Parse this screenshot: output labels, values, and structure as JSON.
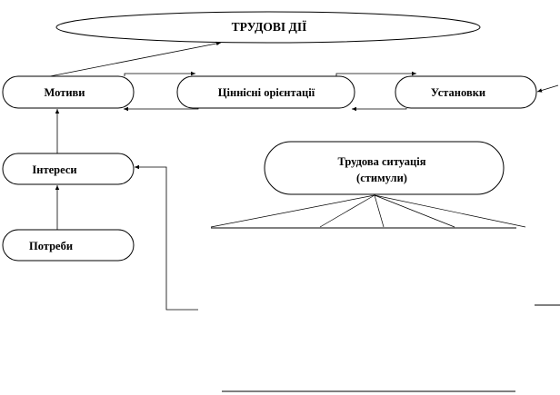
{
  "diagram": {
    "title": "ТРУДОВІ ДІЇ",
    "nodes": {
      "motives": "Мотиви",
      "value_orientations": "Ціннісні  орієнтації",
      "attitudes": "Установки",
      "interests": "Інтереси",
      "needs": "Потреби",
      "work_situation_line1": "Трудова ситуація",
      "work_situation_line2": "(стимули)"
    }
  }
}
